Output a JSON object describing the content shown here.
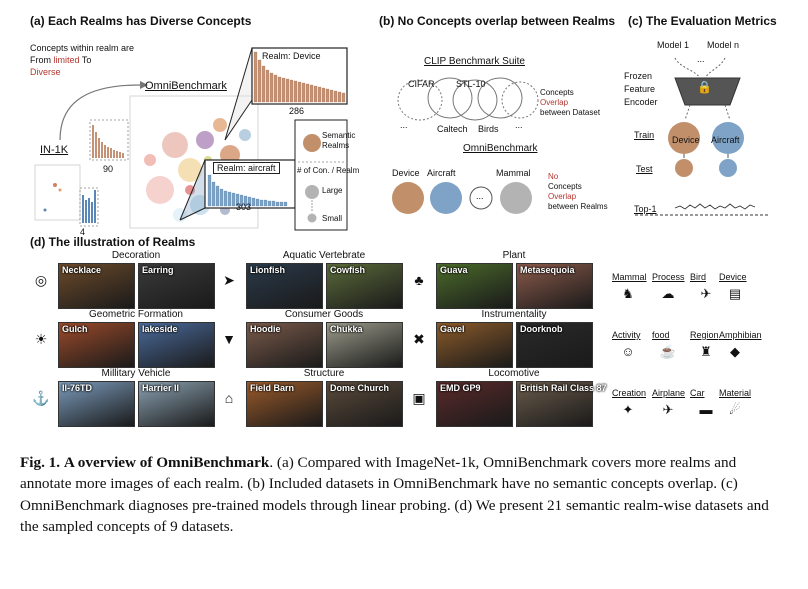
{
  "panel_a": {
    "title": "(a) Each Realms has Diverse Concepts",
    "concepts_line1": "Concepts within realm are",
    "concepts_from": "From",
    "concepts_limited": "limited",
    "concepts_to": "To",
    "concepts_diverse": "Diverse",
    "omnibench": "OmniBenchmark",
    "in1k": "IN-1K",
    "num_90": "90",
    "num_4": "4",
    "realm_device": "Realm: Device",
    "num_286": "286",
    "realm_aircraft": "Realm: aircraft",
    "num_303": "303",
    "legend_semantic": "Semantic",
    "legend_realms": "Realms",
    "legend_numcon": "# of Con. / Realm",
    "legend_large": "Large",
    "legend_small": "Small"
  },
  "panel_b": {
    "title": "(b) No Concepts overlap between Realms",
    "clip_suite": "CLIP Benchmark Suite",
    "cifar": "CIFAR",
    "stl10": "STL-10",
    "caltech": "Caltech",
    "birds": "Birds",
    "concepts": "Concepts",
    "overlap": "Overlap",
    "between_dataset": "between Dataset",
    "omnibench": "OmniBenchmark",
    "device": "Device",
    "aircraft": "Aircraft",
    "mammal": "Mammal",
    "no": "No",
    "concepts2": "Concepts",
    "overlap2": "Overlap",
    "between_realms": "between Realms",
    "ellipsis": "..."
  },
  "panel_c": {
    "title": "(c) The Evaluation Metrics",
    "model1": "Model 1",
    "modeln": "Model n",
    "frozen": "Frozen",
    "feature": "Feature",
    "encoder": "Encoder",
    "train": "Train",
    "test": "Test",
    "top1": "Top-1",
    "device": "Device",
    "aircraft": "Aircraft",
    "ellipsis": "..."
  },
  "panel_d": {
    "title": "(d) The illustration of Realms",
    "groups": [
      {
        "realm": "Decoration",
        "images": [
          "Necklace",
          "Earring"
        ],
        "icon": "ring-icon"
      },
      {
        "realm": "Aquatic Vertebrate",
        "images": [
          "Lionfish",
          "Cowfish"
        ],
        "icon": "fish-icon"
      },
      {
        "realm": "Plant",
        "images": [
          "Guava",
          "Metasequoia"
        ],
        "icon": "tree-icon"
      },
      {
        "realm": "Geometric Formation",
        "images": [
          "Gulch",
          "lakeside"
        ],
        "icon": "landscape-icon"
      },
      {
        "realm": "Consumer Goods",
        "images": [
          "Hoodie",
          "Chukka"
        ],
        "icon": "shirt-icon"
      },
      {
        "realm": "Instrumentality",
        "images": [
          "Gavel",
          "Doorknob"
        ],
        "icon": "tools-icon"
      },
      {
        "realm": "Millitary Vehicle",
        "images": [
          "Il-76TD",
          "Harrier II"
        ],
        "icon": "ship-icon"
      },
      {
        "realm": "Structure",
        "images": [
          "Field Barn",
          "Dome Church"
        ],
        "icon": "house-icon"
      },
      {
        "realm": "Locomotive",
        "images": [
          "EMD GP9",
          "British Rail Class 87"
        ],
        "icon": "train-icon"
      }
    ],
    "other_realms": [
      {
        "label": "Mammal",
        "icon": "cat-icon"
      },
      {
        "label": "Process",
        "icon": "storm-icon"
      },
      {
        "label": "Bird",
        "icon": "bird-icon"
      },
      {
        "label": "Device",
        "icon": "computer-icon"
      },
      {
        "label": "Activity",
        "icon": "people-icon"
      },
      {
        "label": "food",
        "icon": "food-icon"
      },
      {
        "label": "Region",
        "icon": "castle-icon"
      },
      {
        "label": "Amphibian",
        "icon": "frog-icon"
      },
      {
        "label": "Creation",
        "icon": "puzzle-icon"
      },
      {
        "label": "Airplane",
        "icon": "airplane-icon"
      },
      {
        "label": "Car",
        "icon": "car-icon"
      },
      {
        "label": "Material",
        "icon": "meteor-icon"
      }
    ]
  },
  "caption": {
    "fig_label": "Fig. 1.",
    "fig_title": "A overview of OmniBenchmark",
    "text": ". (a) Compared with ImageNet-1k, OmniBenchmark covers more realms and annotate more images of each realm. (b) Included datasets in OmniBenchmark have no semantic concepts overlap. (c) OmniBenchmark diagnoses pre-trained models through linear probing. (d) We present 21 semantic realm-wise datasets and the sampled concepts of 9 datasets."
  },
  "colors": {
    "device": "#c1906a",
    "aircraft": "#7ea3c6",
    "gray": "#b3b3b3",
    "red_text": "#b5372f",
    "bar_blue": "#5b86b8",
    "bar_brown": "#c59275"
  }
}
